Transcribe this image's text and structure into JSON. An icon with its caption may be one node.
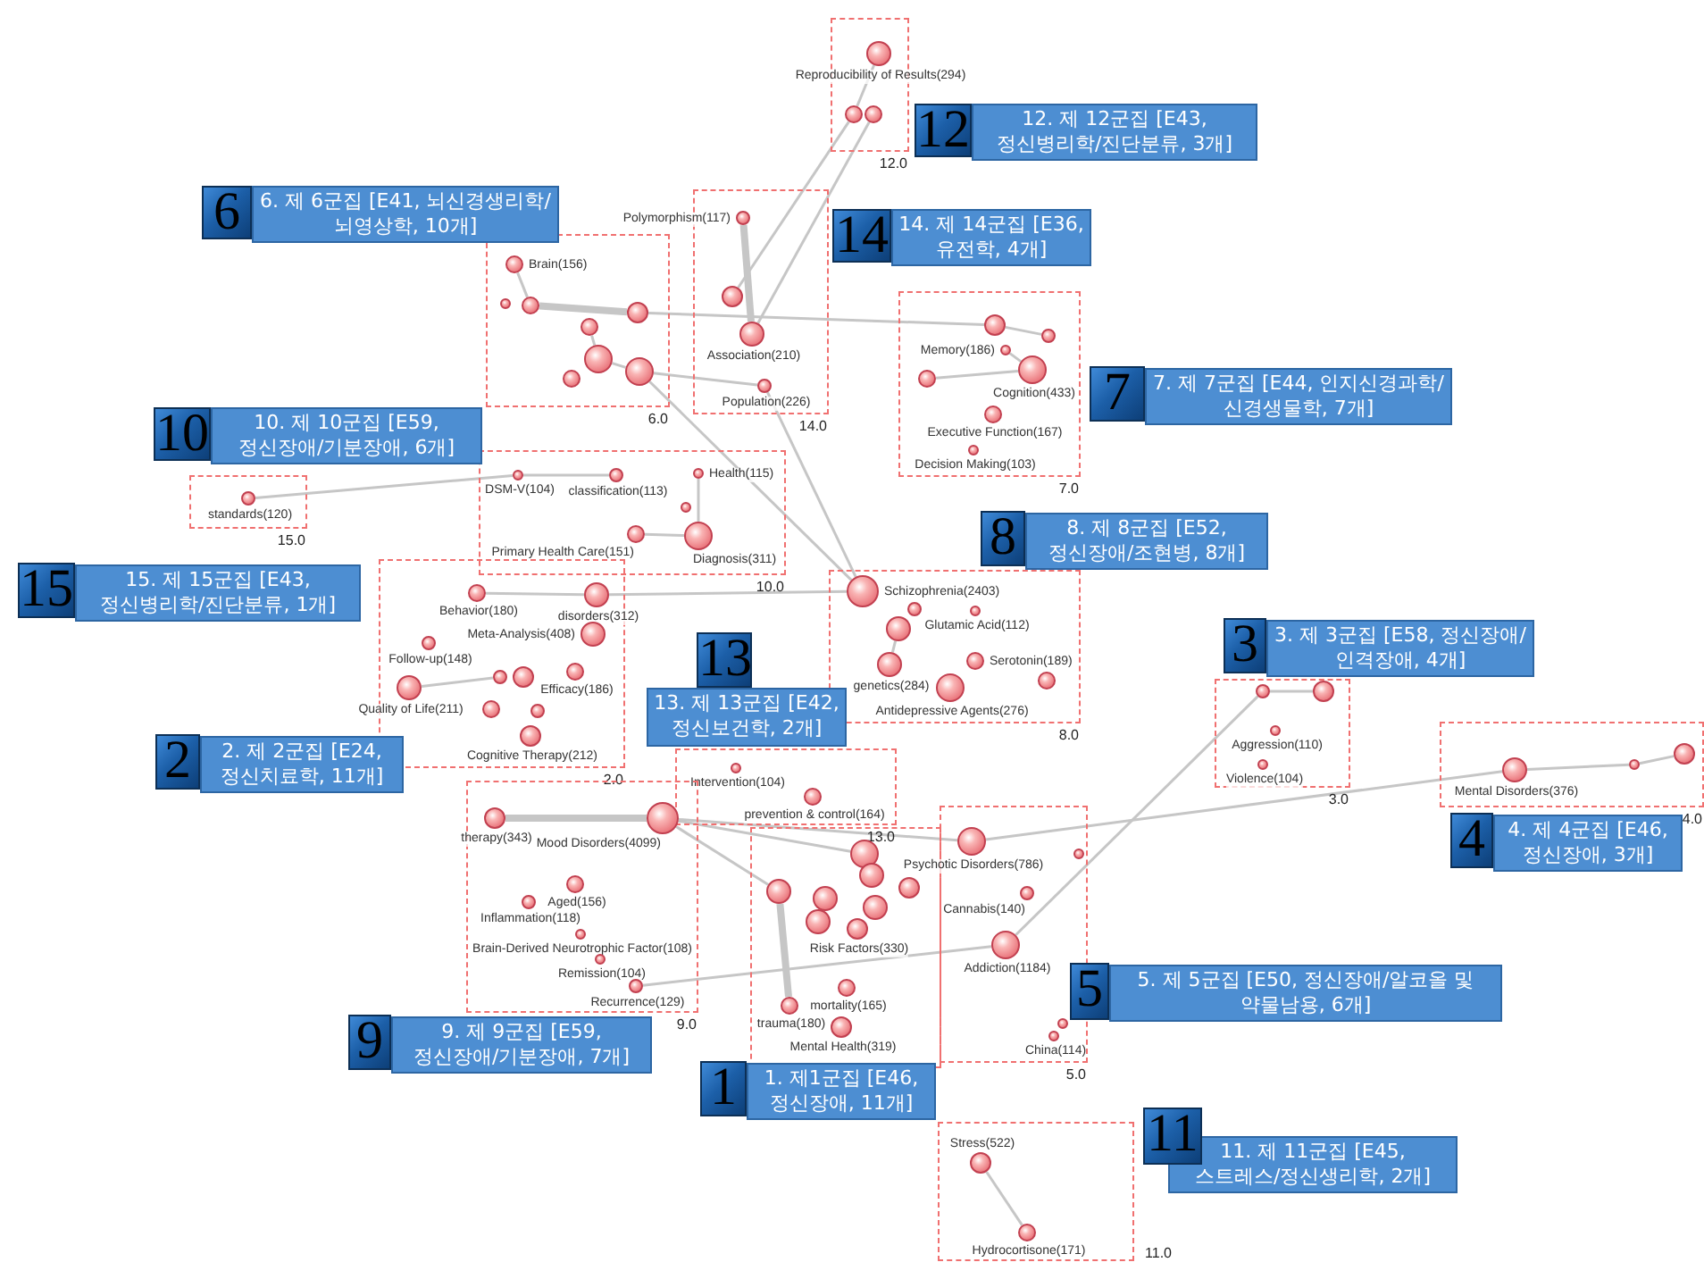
{
  "diagram": {
    "nodes": [
      {
        "text": [],
        "shape": "box",
        "beside": [
          "12.0"
        ]
      },
      {
        "text": [
          "Reproducibility of Results(294)"
        ]
      },
      {
        "text": [],
        "shape": "circle",
        "in": 0
      },
      {
        "text": [],
        "shape": "circle",
        "in": 0
      },
      {
        "text": [],
        "shape": "box",
        "beside": [
          "14.0"
        ]
      },
      {
        "text": [
          "Polymorphism(117)"
        ]
      },
      {
        "text": [],
        "shape": "circle",
        "in": 4
      },
      {
        "text": [
          "Association(210)"
        ],
        "in": 4
      },
      {
        "text": [
          "Population(226)"
        ],
        "in": 4
      },
      {
        "text": [],
        "shape": "box",
        "beside": [
          "6.0"
        ]
      },
      {
        "text": [
          "Brain(156)"
        ],
        "in": 9
      },
      {
        "text": [],
        "shape": "circle",
        "in": 9
      },
      {
        "text": [],
        "shape": "circle",
        "in": 9
      },
      {
        "text": [],
        "shape": "circle",
        "in": 9
      },
      {
        "text": [],
        "shape": "circle",
        "in": 9
      },
      {
        "text": [],
        "shape": "circle",
        "in": 9
      },
      {
        "text": [],
        "shape": "circle",
        "in": 9
      },
      {
        "text": [],
        "shape": "circle",
        "in": 9
      },
      {
        "text": [],
        "shape": "box",
        "beside": [
          "7.0"
        ]
      },
      {
        "text": [],
        "shape": "circle",
        "in": 18
      },
      {
        "text": [],
        "shape": "circle",
        "in": 18
      },
      {
        "text": [
          "Memory(186)"
        ],
        "in": 18
      },
      {
        "text": [
          "Cognition(433)"
        ],
        "in": 18
      },
      {
        "text": [],
        "shape": "circle",
        "in": 18
      },
      {
        "text": [
          "Executive Function(167)"
        ],
        "in": 18
      },
      {
        "text": [
          "Decision Making(103)"
        ],
        "in": 18
      },
      {
        "text": [],
        "shape": "box",
        "beside": [
          "10.0"
        ]
      },
      {
        "text": [
          "DSM-V(104)"
        ],
        "in": 26
      },
      {
        "text": [
          "classification(113)"
        ],
        "in": 26
      },
      {
        "text": [
          "Health(115)"
        ],
        "in": 26
      },
      {
        "text": [],
        "shape": "circle",
        "in": 26
      },
      {
        "text": [
          "Primary Health Care(151)"
        ],
        "in": 26
      },
      {
        "text": [
          "Diagnosis(311)"
        ],
        "in": 26
      },
      {
        "text": [],
        "shape": "box",
        "beside": [
          "15.0"
        ]
      },
      {
        "text": [
          "standards(120)"
        ],
        "in": 33
      },
      {
        "text": [],
        "shape": "box",
        "beside": [
          "2.0"
        ]
      },
      {
        "text": [
          "Behavior(180)"
        ],
        "in": 35
      },
      {
        "text": [
          "disorders(312)"
        ],
        "in": 35
      },
      {
        "text": [
          "Meta-Analysis(408)"
        ],
        "in": 35
      },
      {
        "text": [
          "Efficacy(186)"
        ],
        "in": 35
      },
      {
        "text": [
          "Follow-up(148)"
        ],
        "in": 35
      },
      {
        "text": [
          "Quality of Life(211)"
        ]
      },
      {
        "text": [],
        "shape": "circle",
        "in": 35
      },
      {
        "text": [],
        "shape": "circle",
        "in": 35
      },
      {
        "text": [],
        "shape": "circle",
        "in": 35
      },
      {
        "text": [],
        "shape": "circle",
        "in": 35
      },
      {
        "text": [
          "Cognitive Therapy(212)"
        ],
        "in": 35
      },
      {
        "text": [],
        "shape": "box",
        "beside": [
          "13.0"
        ]
      },
      {
        "text": [
          "Intervention(104)"
        ],
        "in": 47
      },
      {
        "text": [
          "prevention & control(164)"
        ],
        "in": 47
      },
      {
        "text": [],
        "shape": "box",
        "beside": [
          "8.0"
        ]
      },
      {
        "text": [
          "Schizophrenia(2403)"
        ],
        "in": 50
      },
      {
        "text": [],
        "shape": "circle",
        "in": 50
      },
      {
        "text": [
          "Glutamic Acid(112)"
        ],
        "in": 50
      },
      {
        "text": [],
        "shape": "circle",
        "in": 50
      },
      {
        "text": [
          "genetics(284)"
        ],
        "in": 50
      },
      {
        "text": [
          "Antidepressive Agents(276)"
        ],
        "in": 50
      },
      {
        "text": [
          "Serotonin(189)"
        ],
        "in": 50
      },
      {
        "text": [],
        "shape": "circle",
        "in": 50
      },
      {
        "text": [],
        "shape": "box",
        "beside": [
          "3.0"
        ]
      },
      {
        "text": [],
        "shape": "circle",
        "in": 59
      },
      {
        "text": [],
        "shape": "circle",
        "in": 59
      },
      {
        "text": [
          "Aggression(110)"
        ],
        "in": 59
      },
      {
        "text": [
          "Violence(104)"
        ],
        "in": 59
      },
      {
        "text": [],
        "shape": "box",
        "beside": [
          "4.0"
        ]
      },
      {
        "text": [
          "Mental Disorders(376)"
        ],
        "in": 64
      },
      {
        "text": [],
        "shape": "circle",
        "in": 64
      },
      {
        "text": [],
        "shape": "circle",
        "in": 64
      },
      {
        "text": [],
        "shape": "box",
        "beside": [
          "9.0"
        ]
      },
      {
        "text": [
          "therapy(343)"
        ],
        "in": 68
      },
      {
        "text": [
          "Mood Disorders(4099)"
        ],
        "in": 68
      },
      {
        "text": [
          "Aged(156)"
        ],
        "in": 68
      },
      {
        "text": [
          "Inflammation(118)"
        ],
        "in": 68
      },
      {
        "text": [
          "Brain-Derived Neurotrophic Factor(108)"
        ],
        "in": 68
      },
      {
        "text": [
          "Remission(104)"
        ],
        "in": 68
      },
      {
        "text": [
          "Recurrence(129)"
        ],
        "in": 68
      },
      {
        "text": [],
        "shape": "box"
      },
      {
        "text": [],
        "shape": "circle",
        "in": 76
      },
      {
        "text": [],
        "shape": "circle",
        "in": 76
      },
      {
        "text": [],
        "shape": "circle",
        "in": 76
      },
      {
        "text": [],
        "shape": "circle",
        "in": 76
      },
      {
        "text": [],
        "shape": "circle",
        "in": 76
      },
      {
        "text": [],
        "shape": "circle",
        "in": 76
      },
      {
        "text": [],
        "shape": "circle",
        "in": 76
      },
      {
        "text": [
          "Risk Factors(330)"
        ],
        "in": 76
      },
      {
        "text": [
          "mortality(165)"
        ],
        "in": 76
      },
      {
        "text": [
          "trauma(180)"
        ],
        "in": 76
      },
      {
        "text": [
          "Mental Health(319)"
        ],
        "in": 76
      },
      {
        "text": [],
        "shape": "box",
        "beside": [
          "5.0"
        ]
      },
      {
        "text": [
          "Psychotic Disorders(786)"
        ]
      },
      {
        "text": [
          "Addiction(1184)"
        ],
        "in": 88
      },
      {
        "text": [
          "Cannabis(140)"
        ],
        "in": 88
      },
      {
        "text": [],
        "shape": "circle",
        "in": 88
      },
      {
        "text": [],
        "shape": "circle",
        "in": 88
      },
      {
        "text": [
          "China(114)"
        ],
        "in": 88
      },
      {
        "text": [],
        "shape": "box",
        "beside": [
          "11.0"
        ]
      },
      {
        "text": [
          "Stress(522)"
        ],
        "in": 95
      },
      {
        "text": [
          "Hydrocortisone(171)"
        ],
        "in": 95
      },
      {
        "text": [
          "12",
          "12. 제 12군집 [E43, 정신병리학/진단분류, 3개]"
        ]
      },
      {
        "text": [
          "6",
          "6. 제 6군집 [E41, 뇌신경생리학/뇌영상학, 10개]"
        ]
      },
      {
        "text": [
          "14",
          "14. 제 14군집 [E36, 유전학, 4개]"
        ]
      },
      {
        "text": [
          "7",
          "7. 제 7군집 [E44, 인지신경과학/신경생물학, 7개]"
        ]
      },
      {
        "text": [
          "10",
          "10. 제 10군집 [E59, 정신장애/기분장애, 6개]"
        ]
      },
      {
        "text": [
          "8",
          "8. 제 8군집 [E52, 정신장애/조현병, 8개]"
        ]
      },
      {
        "text": [
          "15",
          "15. 제 15군집 [E43, 정신병리학/진단분류, 1개]"
        ]
      },
      {
        "text": [
          "13",
          "13. 제 13군집 [E42, 정신보건학, 2개]"
        ]
      },
      {
        "text": [
          "3",
          "3. 제 3군집 [E58, 정신장애/인격장애, 4개]"
        ]
      },
      {
        "text": [
          "2",
          "2. 제 2군집 [E24, 정신치료학, 11개]"
        ]
      },
      {
        "text": [
          "4",
          "4. 제 4군집 [E46, 정신장애, 3개]"
        ]
      },
      {
        "text": [
          "5",
          "5. 제 5군집 [E50, 정신장애/알코올 및 약물남용, 6개]"
        ]
      },
      {
        "text": [
          "9",
          "9. 제 9군집 [E59, 정신장애/기분장애, 7개]"
        ]
      },
      {
        "text": [
          "1",
          "1. 제1군집 [E46, 정신장애, 11개]"
        ]
      },
      {
        "text": [
          "11",
          "11. 제 11군집 [E45, 스트레스/정신생리학, 2개]"
        ]
      }
    ],
    "edges": [
      {
        "from": 1,
        "to": 2,
        "arrow": "none"
      },
      {
        "from": 2,
        "to": 6,
        "arrow": "none"
      },
      {
        "from": 3,
        "to": 7,
        "arrow": "none"
      },
      {
        "from": 5,
        "to": 7,
        "arrow": "none",
        "style": "thick"
      },
      {
        "from": 12,
        "to": 14,
        "arrow": "none",
        "style": "thick"
      },
      {
        "from": 10,
        "to": 12,
        "arrow": "none"
      },
      {
        "from": 13,
        "to": 15,
        "arrow": "none"
      },
      {
        "from": 15,
        "to": 17,
        "arrow": "none"
      },
      {
        "from": 14,
        "to": 19,
        "arrow": "none"
      },
      {
        "from": 17,
        "to": 8,
        "arrow": "none"
      },
      {
        "from": 19,
        "to": 20,
        "arrow": "none"
      },
      {
        "from": 21,
        "to": 22,
        "arrow": "none"
      },
      {
        "from": 23,
        "to": 22,
        "arrow": "none"
      },
      {
        "from": 17,
        "to": 51,
        "arrow": "none"
      },
      {
        "from": 8,
        "to": 51,
        "arrow": "none"
      },
      {
        "from": 27,
        "to": 28,
        "arrow": "none"
      },
      {
        "from": 34,
        "to": 27,
        "arrow": "none"
      },
      {
        "from": 31,
        "to": 32,
        "arrow": "none"
      },
      {
        "from": 29,
        "to": 32,
        "arrow": "none"
      },
      {
        "from": 36,
        "to": 37,
        "arrow": "none"
      },
      {
        "from": 41,
        "to": 42,
        "arrow": "none"
      },
      {
        "from": 37,
        "to": 51,
        "arrow": "none"
      },
      {
        "from": 69,
        "to": 70,
        "arrow": "none",
        "style": "thick"
      },
      {
        "from": 75,
        "to": 90,
        "arrow": "none"
      },
      {
        "from": 70,
        "to": 77,
        "arrow": "none"
      },
      {
        "from": 70,
        "to": 80,
        "arrow": "none"
      },
      {
        "from": 70,
        "to": 89,
        "arrow": "none"
      },
      {
        "from": 89,
        "to": 65,
        "arrow": "none"
      },
      {
        "from": 65,
        "to": 66,
        "arrow": "none"
      },
      {
        "from": 66,
        "to": 67,
        "arrow": "none"
      },
      {
        "from": 60,
        "to": 90,
        "arrow": "none"
      },
      {
        "from": 61,
        "to": 60,
        "arrow": "none"
      },
      {
        "from": 96,
        "to": 97,
        "arrow": "none"
      },
      {
        "from": 80,
        "to": 86,
        "arrow": "none",
        "style": "thick"
      },
      {
        "from": 54,
        "to": 55,
        "arrow": "none"
      }
    ]
  }
}
